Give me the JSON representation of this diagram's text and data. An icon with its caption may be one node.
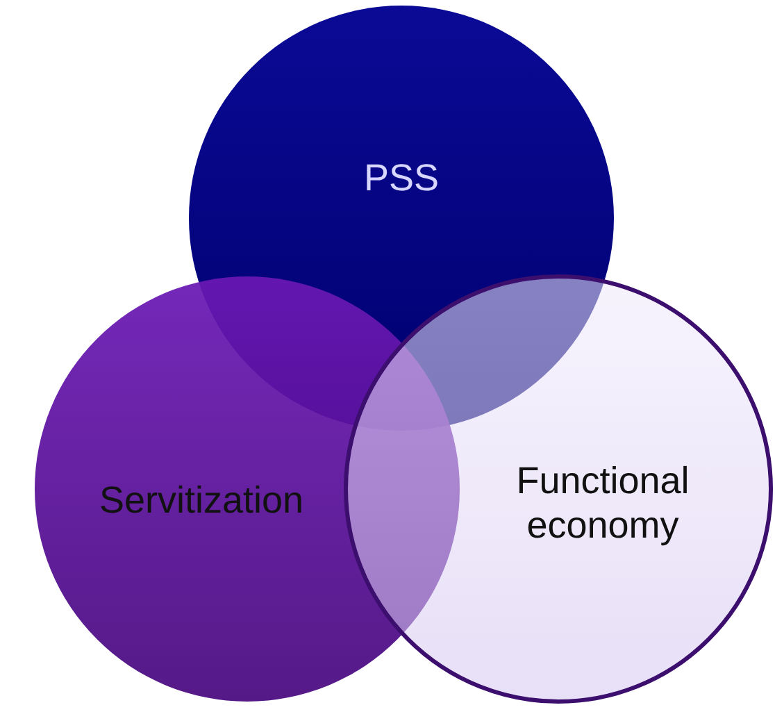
{
  "diagram": {
    "nodes": [
      {
        "text": [
          "PSS"
        ]
      },
      {
        "text": [
          "Servitization"
        ]
      },
      {
        "text": [
          "Functional economy"
        ]
      }
    ]
  }
}
